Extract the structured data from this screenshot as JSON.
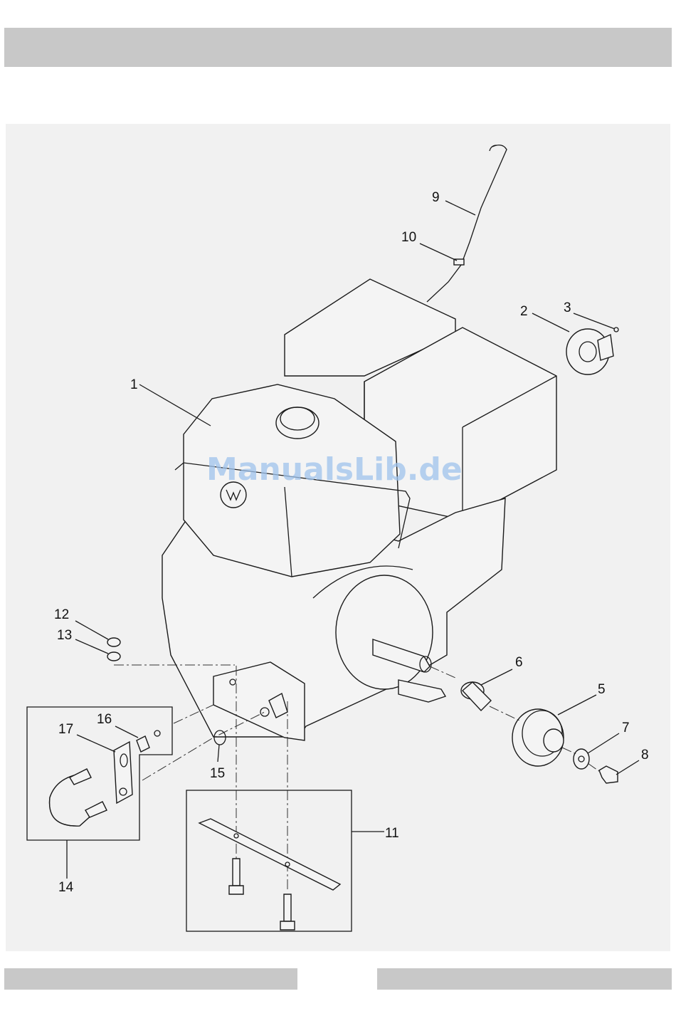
{
  "diagram": {
    "watermark": "ManualsLib.de",
    "callouts": [
      "1",
      "2",
      "3",
      "5",
      "6",
      "7",
      "8",
      "9",
      "10",
      "11",
      "12",
      "13",
      "14",
      "15",
      "16",
      "17"
    ]
  }
}
